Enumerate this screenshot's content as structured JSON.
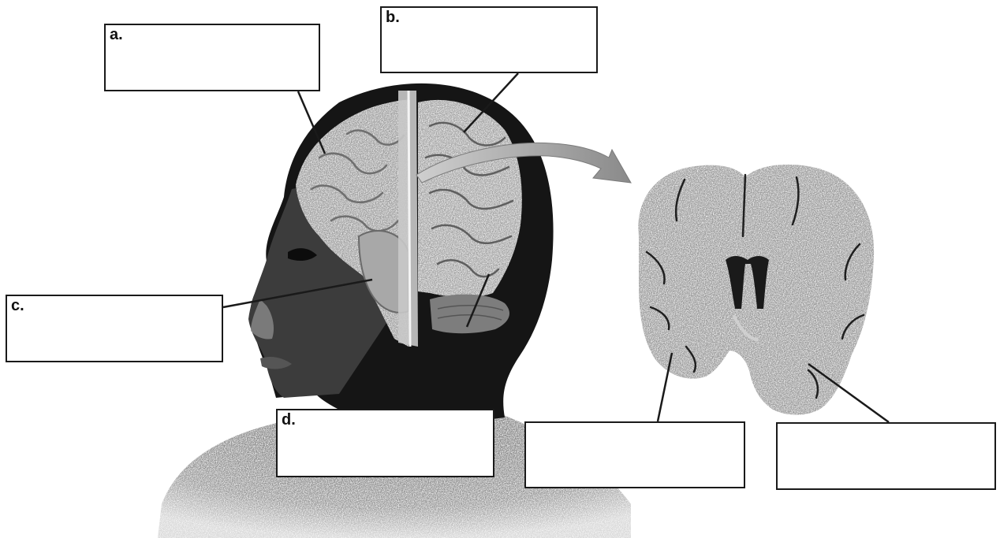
{
  "labels": {
    "a": "a.",
    "b": "b.",
    "c": "c.",
    "d": "d.",
    "e": "",
    "f": ""
  },
  "colors": {
    "head_shadow": "#151515",
    "skin_light": "#8c8c8c",
    "brain_gray": "#9d9d9d",
    "arrow_gray": "#8a8a8a",
    "line": "#1a1a1a"
  }
}
